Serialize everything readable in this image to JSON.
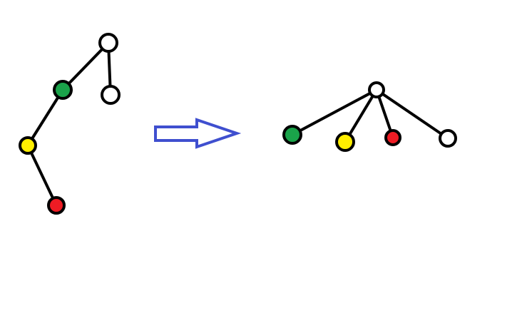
{
  "colors": {
    "background": "#ffffff",
    "edge": "#000000",
    "node_outline": "#000000",
    "arrow": "#3f4fcf",
    "arrow_fill": "#ffffff"
  },
  "diagram": {
    "left_tree": {
      "nodes": [
        {
          "id": "w1",
          "fill": "#ffffff"
        },
        {
          "id": "w2",
          "fill": "#ffffff"
        },
        {
          "id": "g",
          "fill": "#1aa34a"
        },
        {
          "id": "y",
          "fill": "#ffee00"
        },
        {
          "id": "r",
          "fill": "#ee1c24"
        }
      ],
      "edges": [
        [
          "w1",
          "w2"
        ],
        [
          "w1",
          "g"
        ],
        [
          "g",
          "y"
        ],
        [
          "y",
          "r"
        ]
      ]
    },
    "right_tree": {
      "nodes": [
        {
          "id": "root",
          "fill": "#ffffff"
        },
        {
          "id": "g",
          "fill": "#1aa34a"
        },
        {
          "id": "y",
          "fill": "#ffee00"
        },
        {
          "id": "r",
          "fill": "#ee1c24"
        },
        {
          "id": "w",
          "fill": "#ffffff"
        }
      ],
      "edges": [
        [
          "root",
          "g"
        ],
        [
          "root",
          "y"
        ],
        [
          "root",
          "r"
        ],
        [
          "root",
          "w"
        ]
      ]
    },
    "transform_arrow": {
      "direction": "right"
    }
  }
}
